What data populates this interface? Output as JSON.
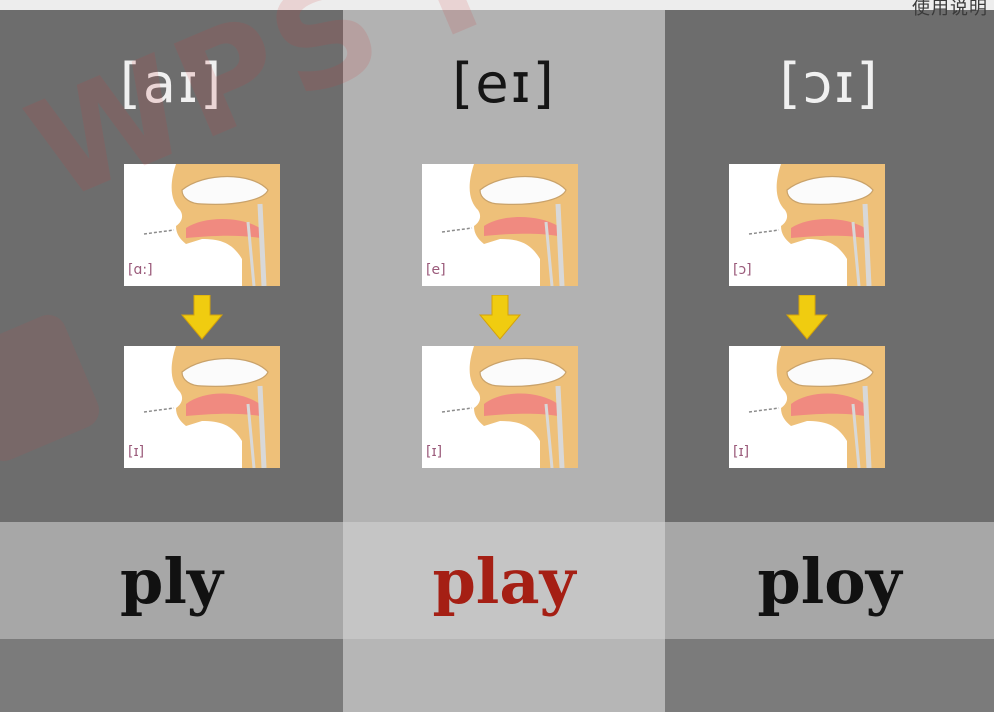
{
  "columns": [
    {
      "ipa": "[aɪ]",
      "ipa_color": "#f0f0f0",
      "start_label": "[ɑ:]",
      "end_label": "[ɪ]",
      "word": "ply",
      "word_color": "#111111"
    },
    {
      "ipa": "[eɪ]",
      "ipa_color": "#151515",
      "start_label": "[e]",
      "end_label": "[ɪ]",
      "word": "play",
      "word_color": "#a51f14"
    },
    {
      "ipa": "[ɔɪ]",
      "ipa_color": "#f0f0f0",
      "start_label": "[ɔ]",
      "end_label": "[ɪ]",
      "word": "ploy",
      "word_color": "#111111"
    }
  ],
  "watermark": {
    "text": "WPS PDF编辑",
    "color": "#d43a3a"
  },
  "corner_text": "使用说明",
  "colors": {
    "diagram_skin": "#eec079",
    "diagram_tongue": "#f08a80",
    "arrow": "#f0cc10",
    "label": "#9a5a7a"
  }
}
